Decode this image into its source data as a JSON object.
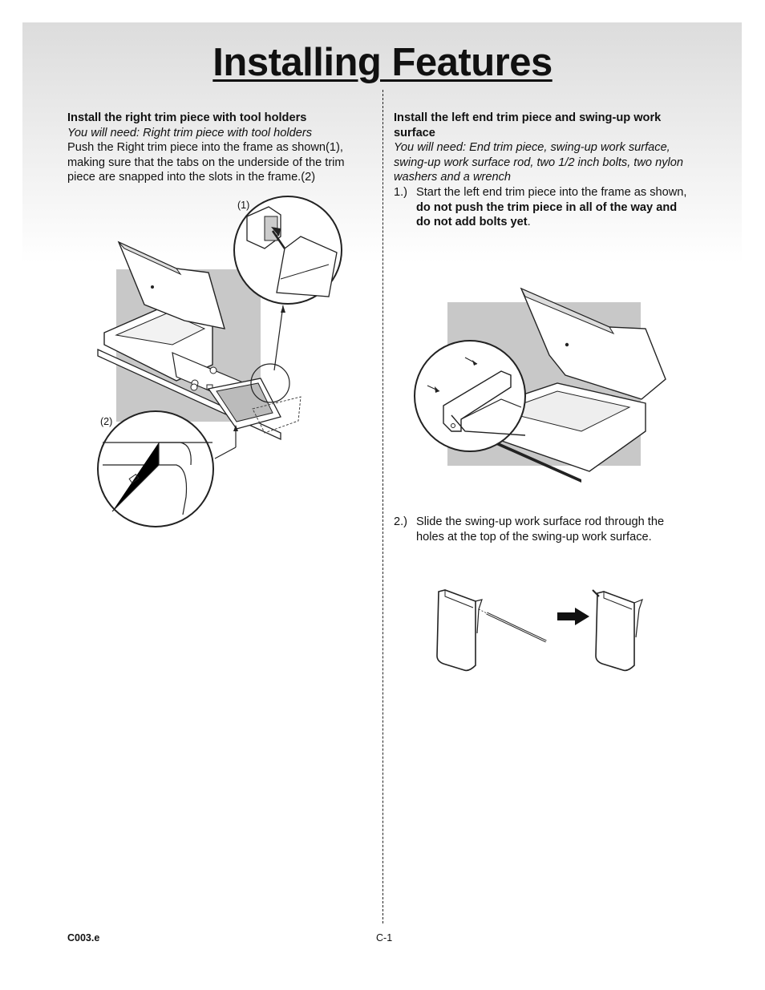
{
  "page_title": "Installing Features",
  "left": {
    "heading": "Install the right trim piece with tool holders",
    "needs": "You will need: Right trim piece with tool holders",
    "body": "Push the Right trim piece into the frame as shown(1), making sure that the tabs on the underside of the trim piece are snapped into the slots in the frame.(2)",
    "callout_1": "(1)",
    "callout_2": "(2)"
  },
  "right": {
    "heading": "Install the left end trim piece and swing-up work surface",
    "needs": "You will need: End trim piece, swing-up work surface, swing-up work surface rod, two 1/2 inch bolts, two nylon washers and a wrench",
    "step1_num": "1.)",
    "step1_text": "Start the left end trim piece into the frame as shown,",
    "step1_bold": "do not push the trim piece in all of the way and do not add bolts yet",
    "step1_end": ".",
    "step2_num": "2.)",
    "step2_text": "Slide the swing-up work surface rod through the holes at the top of the swing-up work surface."
  },
  "footer": {
    "code": "C003.e",
    "page": "C-1"
  }
}
